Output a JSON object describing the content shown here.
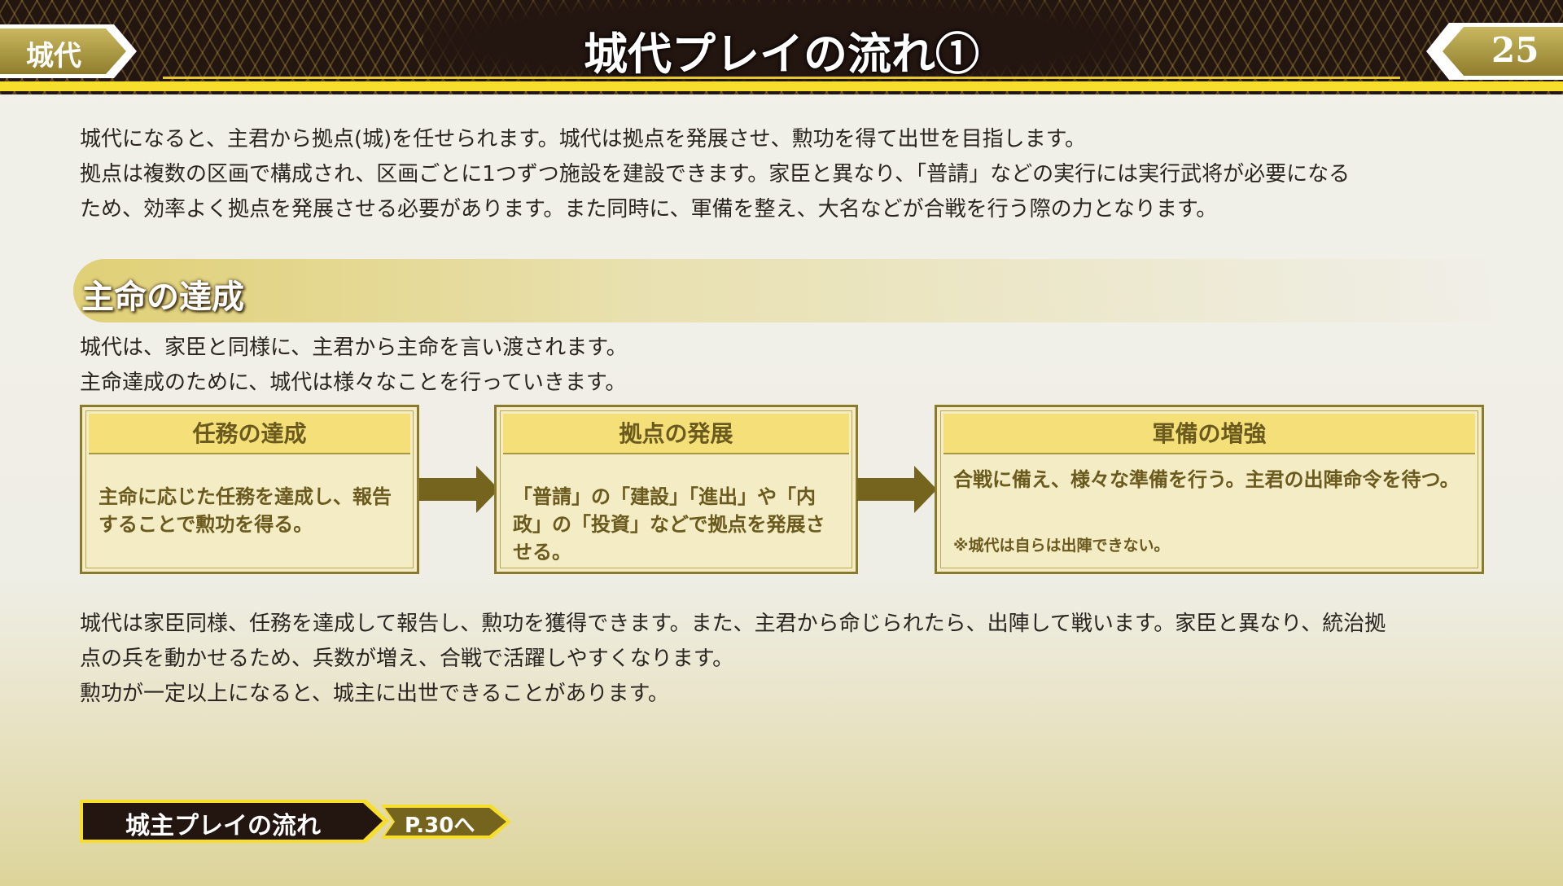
{
  "header": {
    "category_tab": "城代",
    "title": "城代プレイの流れ①",
    "page_number": "25"
  },
  "intro": [
    "城代になると、主君から拠点(城)を任せられます。城代は拠点を発展させ、勲功を得て出世を目指します。",
    "拠点は複数の区画で構成され、区画ごとに1つずつ施設を建設できます。家臣と異なり、「普請」などの実行には実行武将が必要になる",
    "ため、効率よく拠点を発展させる必要があります。また同時に、軍備を整え、大名などが合戦を行う際の力となります。"
  ],
  "section": {
    "heading": "主命の達成",
    "lines": [
      "城代は、家臣と同様に、主君から主命を言い渡されます。",
      "主命達成のために、城代は様々なことを行っていきます。"
    ]
  },
  "boxes": [
    {
      "title": "任務の達成",
      "body": "主命に応じた任務を達成し、報告することで勲功を得る。"
    },
    {
      "title": "拠点の発展",
      "body": "「普請」の「建設」「進出」や「内政」の「投資」などで拠点を発展させる。"
    },
    {
      "title": "軍備の増強",
      "body": "合戦に備え、様々な準備を行う。主君の出陣命令を待つ。",
      "note": "※城代は自らは出陣できない。"
    }
  ],
  "outro": [
    "城代は家臣同様、任務を達成して報告し、勲功を獲得できます。また、主君から命じられたら、出陣して戦います。家臣と異なり、統治拠",
    "点の兵を動かせるため、兵数が増え、合戦で活躍しやすくなります。",
    "勲功が一定以上になると、城主に出世できることがあります。"
  ],
  "footer": {
    "link_label": "城主プレイの流れ",
    "page_ref": "P.30へ"
  }
}
